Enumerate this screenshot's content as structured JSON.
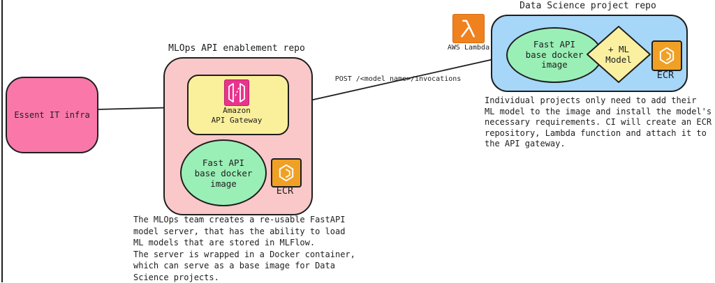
{
  "canvas": {
    "stroke_color": "#1e1e1e",
    "background_color": "#ffffff"
  },
  "essent": {
    "label": "Essent IT infra",
    "fill": "#F978A9"
  },
  "mlops_repo": {
    "title": "MLOps API enablement repo",
    "fill": "#FAC8C8",
    "api_gateway": {
      "label": "Amazon\nAPI Gateway",
      "fill": "#FAEF9B",
      "icon": "amazon-api-gateway-icon",
      "icon_color": "#E8348D"
    },
    "fastapi": {
      "label": "Fast API\nbase docker\nimage",
      "fill": "#9AEFB6"
    },
    "ecr": {
      "label": "ECR",
      "icon": "ecr-icon",
      "fill": "#F0A125"
    },
    "note": "The MLOps team creates a re-usable FastAPI\nmodel server, that has the ability to load\nML models that are stored in MLFlow.\nThe server is wrapped in a Docker container,\nwhich can serve as a base image for Data\nScience projects."
  },
  "flow": {
    "post_label": "POST /<model name>/invocations"
  },
  "aws_lambda": {
    "label": "AWS Lambda",
    "icon": "aws-lambda-icon",
    "fill": "#F0811F"
  },
  "ds_repo": {
    "title": "Data Science project repo",
    "fill": "#A6D6F8",
    "fastapi": {
      "label": "Fast API\nbase docker\nimage",
      "fill": "#9AEFB6"
    },
    "ml_model": {
      "label": "+ ML\nModel",
      "fill": "#FAF0A0"
    },
    "ecr": {
      "label": "ECR",
      "icon": "ecr-icon",
      "fill": "#F0A125"
    },
    "note": "Individual projects only need to add their\nML model to the image and install the model's\nnecessary requirements. CI will create an ECR\nrepository, Lambda function and attach it to\nthe API gateway."
  }
}
